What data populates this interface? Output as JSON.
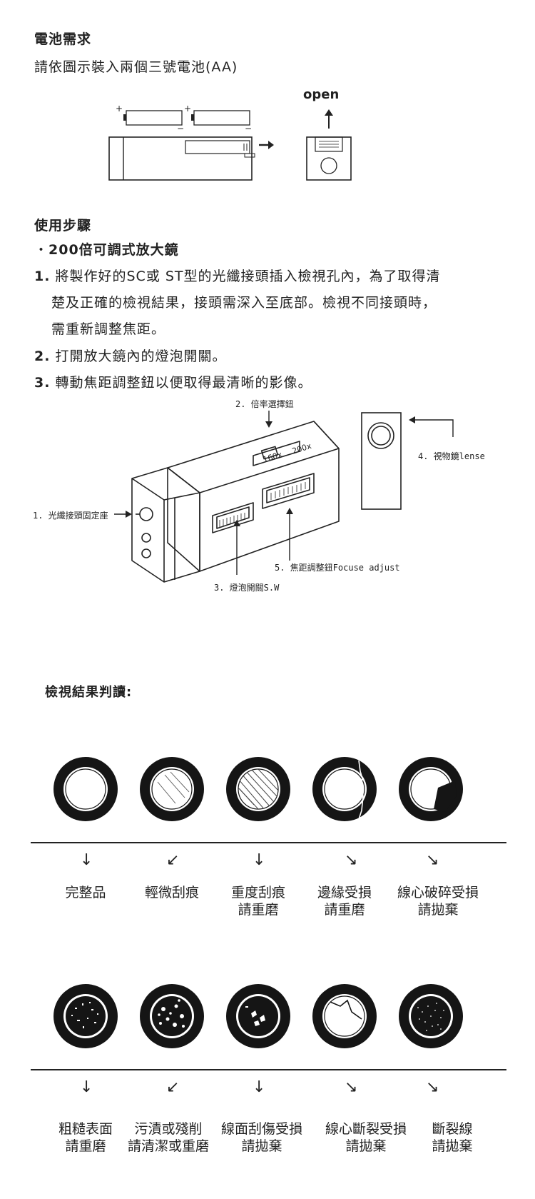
{
  "battery": {
    "title": "電池需求",
    "instruction": "請依圖示裝入兩個三號電池(AA)",
    "open_label": "open",
    "plus": "+",
    "minus": "−"
  },
  "usage": {
    "title": "使用步驟",
    "bullet_marker": "・",
    "bullet_text": "200倍可調式放大鏡",
    "steps": [
      {
        "num": "1.",
        "lines": [
          "將製作好的SC或 ST型的光纖接頭插入檢視孔內，為了取得清",
          "楚及正確的檢視結果，接頭需深入至底部。檢視不同接頭時，",
          "需重新調整焦距。"
        ]
      },
      {
        "num": "2.",
        "lines": [
          "打開放大鏡內的燈泡開關。"
        ]
      },
      {
        "num": "3.",
        "lines": [
          "轉動焦距調整鈕以便取得最清晰的影像。"
        ]
      }
    ]
  },
  "device_diagram": {
    "labels": {
      "magnification": "2. 倍率選擇鈕",
      "lens": "4. 視物鏡lense",
      "holder": "1. 光纖接頭固定座",
      "focus": "5. 焦距調整鈕Focuse adjust",
      "switch": "3. 燈泡開關S.W",
      "mag_160": "160x",
      "mag_200": "200x"
    }
  },
  "results": {
    "title": "檢視結果判讀:",
    "row1": [
      {
        "line1": "完整品",
        "line2": "",
        "arrow": "↓",
        "icon": "lens-perfect-icon"
      },
      {
        "line1": "輕微刮痕",
        "line2": "",
        "arrow": "↙",
        "icon": "lens-light-scratch-icon"
      },
      {
        "line1": "重度刮痕",
        "line2": "請重磨",
        "arrow": "↓",
        "icon": "lens-heavy-scratch-icon"
      },
      {
        "line1": "邊緣受損",
        "line2": "請重磨",
        "arrow": "↘",
        "icon": "lens-edge-damage-icon"
      },
      {
        "line1": "線心破碎受損",
        "line2": "請拋棄",
        "arrow": "↘",
        "icon": "lens-core-broken-icon"
      }
    ],
    "row2": [
      {
        "line1": "粗糙表面",
        "line2": "請重磨",
        "arrow": "↓",
        "icon": "lens-rough-surface-icon"
      },
      {
        "line1": "污漬或殘削",
        "line2": "請清潔或重磨",
        "arrow": "↙",
        "icon": "lens-dirt-icon"
      },
      {
        "line1": "線面刮傷受損",
        "line2": "請拋棄",
        "arrow": "↓",
        "icon": "lens-surface-scratch-icon"
      },
      {
        "line1": "線心斷裂受損",
        "line2": "請拋棄",
        "arrow": "↘",
        "icon": "lens-core-crack-icon"
      },
      {
        "line1": "斷裂線",
        "line2": "請拋棄",
        "arrow": "↘",
        "icon": "lens-fractured-icon"
      }
    ]
  }
}
